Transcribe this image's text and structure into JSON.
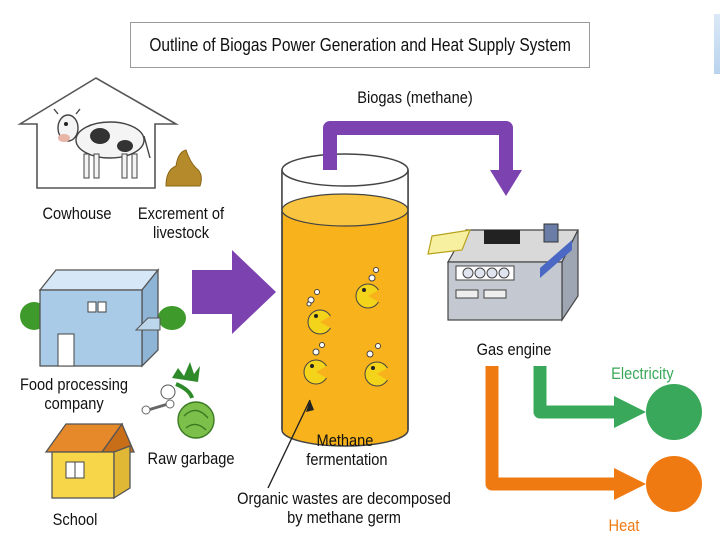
{
  "title": "Outline of Biogas Power Generation and Heat Supply System",
  "labels": {
    "biogas": "Biogas (methane)",
    "cowhouse": "Cowhouse",
    "excrement": "Excrement of livestock",
    "food_company": "Food processing company",
    "school": "School",
    "raw_garbage": "Raw garbage",
    "fermentation": "Methane fermentation",
    "organic_note": "Organic wastes are decomposed by methane germ",
    "gas_engine": "Gas engine",
    "electricity": "Electricity",
    "heat": "Heat"
  },
  "colors": {
    "biogas_arrow": "#7b42b0",
    "input_arrow": "#7b42b0",
    "electricity": "#3aa85a",
    "heat": "#f07a12",
    "tank_liquid": "#f7b21c",
    "germ": "#f4d41a",
    "building": "#a9cbe8"
  },
  "icons": [
    "cow-icon",
    "dung-icon",
    "factory-icon",
    "school-icon",
    "vegetable-icon",
    "cabbage-icon",
    "fish-bone-icon",
    "tank-icon",
    "germ-icon",
    "engine-icon"
  ]
}
